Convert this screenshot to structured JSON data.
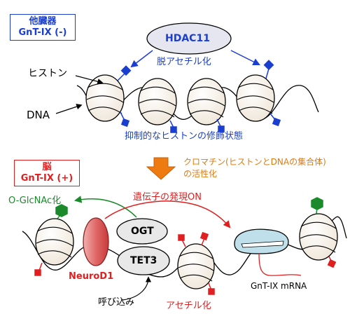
{
  "top_panel": {
    "condition_line1": "他臓器",
    "condition_line2": "GnT-IX (-)",
    "enzyme": "HDAC11",
    "deacetylation": "脱アセチル化",
    "histone_label": "ヒストン",
    "dna_label": "DNA",
    "state_caption": "抑制的なヒストンの修飾状態"
  },
  "transition": {
    "line1": "クロマチン(ヒストンとDNAの集合体)",
    "line2": "の活性化"
  },
  "bottom_panel": {
    "condition_line1": "脳",
    "condition_line2": "GnT-IX (+)",
    "oglcnac": "O-GlcNAc化",
    "expression_on": "遺伝子の発現ON",
    "ogt": "OGT",
    "tet3": "TET3",
    "neurod1": "NeuroD1",
    "recruit": "呼び込み",
    "acetylation": "アセチル化",
    "mrna": "GnT-IX mRNA"
  },
  "colors": {
    "blue": "#1a3fd0",
    "red": "#e02020",
    "green": "#1a8a2a",
    "orange": "#e07a10"
  }
}
